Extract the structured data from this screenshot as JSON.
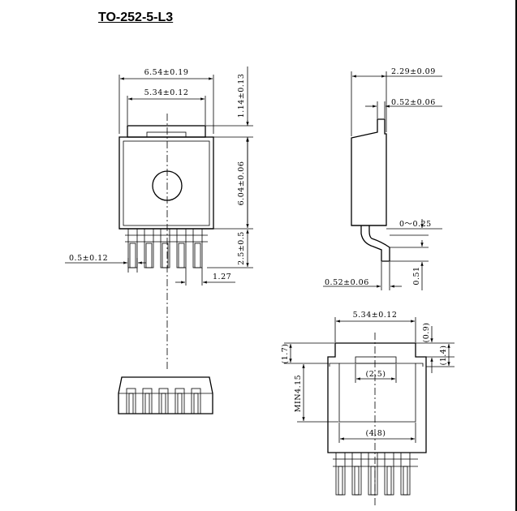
{
  "title": "TO-252-5-L3",
  "dimensions": {
    "body_width": "6.54±0.19",
    "tab_width": "5.34±0.12",
    "tab_height": "1.14±0.13",
    "body_height": "6.04±0.06",
    "lead_length": "2.5±0.5",
    "lead_width": "0.5±0.12",
    "lead_pitch": "1.27",
    "side_depth": "2.29±0.09",
    "side_tab_thickness": "0.52±0.06",
    "standoff": "0～0.25",
    "lead_thickness": "0.52±0.06",
    "lead_foot_height": "0.51",
    "bottom_tab_width": "5.34±0.12",
    "dim_0_9": "(0.9)",
    "dim_1_4": "(1.4)",
    "dim_1_7": "(1.7)",
    "dim_2_5": "(2.5)",
    "dim_min_4_15": "MIN4.15",
    "dim_4_8": "(4.8)"
  }
}
